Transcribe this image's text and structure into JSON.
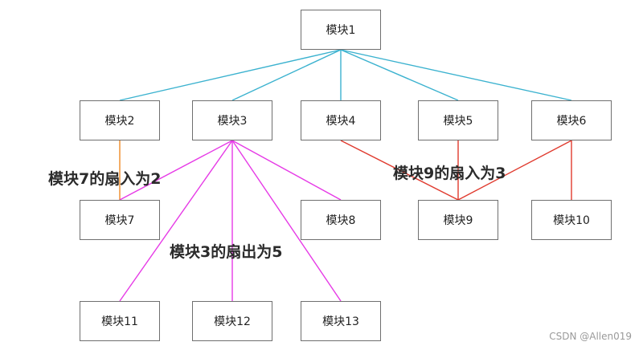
{
  "nodes": {
    "m1": "模块1",
    "m2": "模块2",
    "m3": "模块3",
    "m4": "模块4",
    "m5": "模块5",
    "m6": "模块6",
    "m7": "模块7",
    "m8": "模块8",
    "m9": "模块9",
    "m10": "模块10",
    "m11": "模块11",
    "m12": "模块12",
    "m13": "模块13"
  },
  "annotations": {
    "fan_in_7": "模块7的扇入为2",
    "fan_in_9": "模块9的扇入为3",
    "fan_out_3": "模块3的扇出为5"
  },
  "watermark": "CSDN @Allen019",
  "colors": {
    "tree_edge": "#3bb2cf",
    "fan_in_7_edge": "#f08a24",
    "fan_out_edge": "#e63ae6",
    "fan_in_9_edge": "#e03a2e"
  },
  "edges": [
    {
      "from": "m1",
      "to": "m2",
      "color": "tree_edge"
    },
    {
      "from": "m1",
      "to": "m3",
      "color": "tree_edge"
    },
    {
      "from": "m1",
      "to": "m4",
      "color": "tree_edge"
    },
    {
      "from": "m1",
      "to": "m5",
      "color": "tree_edge"
    },
    {
      "from": "m1",
      "to": "m6",
      "color": "tree_edge"
    },
    {
      "from": "m2",
      "to": "m7",
      "color": "fan_in_7_edge"
    },
    {
      "from": "m3",
      "to": "m7",
      "color": "fan_out_edge"
    },
    {
      "from": "m3",
      "to": "m8",
      "color": "fan_out_edge"
    },
    {
      "from": "m3",
      "to": "m11",
      "color": "fan_out_edge"
    },
    {
      "from": "m3",
      "to": "m12",
      "color": "fan_out_edge"
    },
    {
      "from": "m3",
      "to": "m13",
      "color": "fan_out_edge"
    },
    {
      "from": "m4",
      "to": "m9",
      "color": "fan_in_9_edge"
    },
    {
      "from": "m5",
      "to": "m9",
      "color": "fan_in_9_edge"
    },
    {
      "from": "m6",
      "to": "m9",
      "color": "fan_in_9_edge"
    },
    {
      "from": "m6",
      "to": "m10",
      "color": "fan_in_9_edge"
    }
  ]
}
